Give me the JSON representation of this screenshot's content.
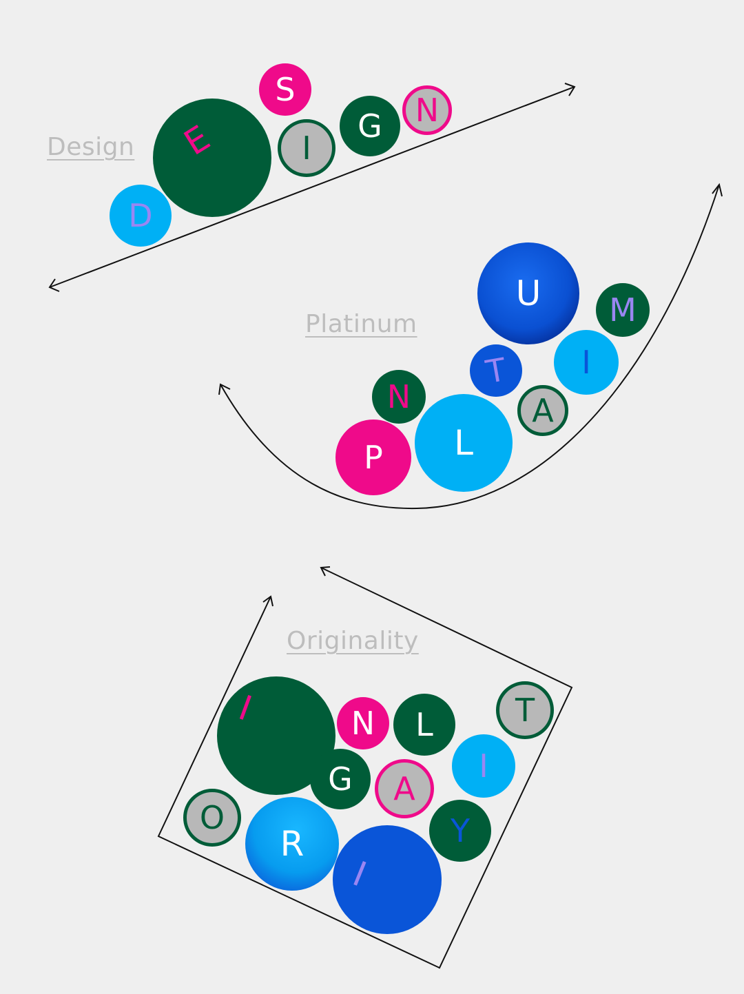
{
  "colors": {
    "background": "#efefef",
    "link_gray": "#bdbdbd",
    "dark_green": "#005c38",
    "magenta": "#ef0a8a",
    "sky_blue": "#00b0f5",
    "royal_blue": "#0a55d8",
    "gray_fill": "#b8b8b8",
    "lavender": "#9a86f2",
    "white": "#ffffff",
    "line": "#111111"
  },
  "words": {
    "design": "Design",
    "platinum": "Platinum",
    "originality": "Originality"
  },
  "bubbles": {
    "design": [
      {
        "letter": "D",
        "style": "sky",
        "text_color": "lavender"
      },
      {
        "letter": "E",
        "style": "green",
        "text_color": "magenta"
      },
      {
        "letter": "S",
        "style": "magenta",
        "text_color": "white"
      },
      {
        "letter": "I",
        "style": "gray-ring-green",
        "text_color": "dark_green"
      },
      {
        "letter": "G",
        "style": "green",
        "text_color": "white"
      },
      {
        "letter": "N",
        "style": "gray-ring-magenta",
        "text_color": "magenta"
      }
    ],
    "platinum": [
      {
        "letter": "P",
        "style": "magenta",
        "text_color": "white"
      },
      {
        "letter": "N",
        "style": "green",
        "text_color": "magenta"
      },
      {
        "letter": "L",
        "style": "sky",
        "text_color": "white"
      },
      {
        "letter": "T",
        "style": "royal",
        "text_color": "lavender"
      },
      {
        "letter": "A",
        "style": "gray-ring-green",
        "text_color": "dark_green"
      },
      {
        "letter": "U",
        "style": "royal-gradient",
        "text_color": "white"
      },
      {
        "letter": "I",
        "style": "sky",
        "text_color": "royal_blue"
      },
      {
        "letter": "M",
        "style": "green",
        "text_color": "lavender"
      }
    ],
    "originality": [
      {
        "letter": "I",
        "style": "green",
        "text_color": "magenta"
      },
      {
        "letter": "N",
        "style": "magenta",
        "text_color": "white"
      },
      {
        "letter": "L",
        "style": "green",
        "text_color": "white"
      },
      {
        "letter": "T",
        "style": "gray-ring-green",
        "text_color": "dark_green"
      },
      {
        "letter": "G",
        "style": "green",
        "text_color": "white"
      },
      {
        "letter": "A",
        "style": "gray-ring-magenta",
        "text_color": "magenta"
      },
      {
        "letter": "I",
        "style": "sky",
        "text_color": "lavender"
      },
      {
        "letter": "O",
        "style": "gray-ring-green",
        "text_color": "dark_green"
      },
      {
        "letter": "R",
        "style": "sky-gradient",
        "text_color": "white"
      },
      {
        "letter": "I",
        "style": "royal",
        "text_color": "lavender"
      },
      {
        "letter": "Y",
        "style": "green",
        "text_color": "royal_blue"
      }
    ]
  }
}
